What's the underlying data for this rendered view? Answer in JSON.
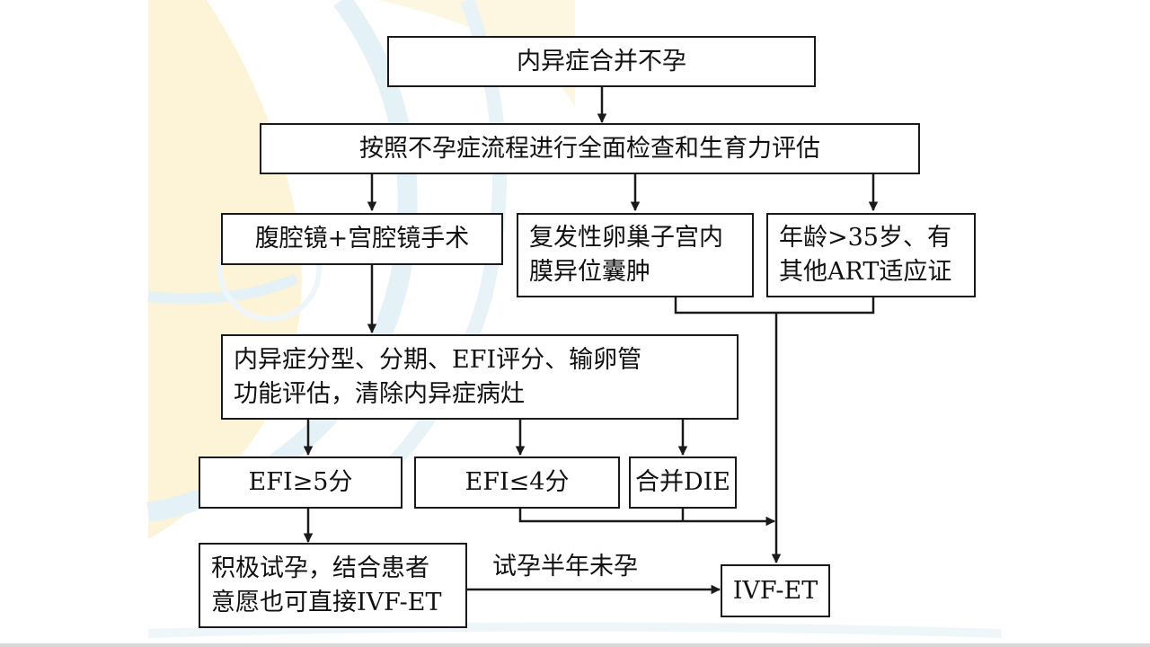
{
  "flowchart": {
    "start": "内异症合并不孕",
    "evaluation": "按照不孕症流程进行全面检查和生育力评估",
    "surgery": "腹腔镜+宫腔镜手术",
    "recurrent": [
      "复发性卵巢子宫内",
      "膜异位囊肿"
    ],
    "age": [
      "年龄>35岁、有",
      "其他ART适应证"
    ],
    "staging": [
      "内异症分型、分期、EFI评分、输卵管",
      "功能评估，清除内异症病灶"
    ],
    "efi_high": "EFI≥5分",
    "efi_low": "EFI≤4分",
    "die": "合并DIE",
    "try": [
      "积极试孕，结合患者",
      "意愿也可直接IVF-ET"
    ],
    "ivf": "IVF-ET",
    "edge_label": "试孕半年未孕"
  },
  "colors": {
    "line": "#1a1a1a",
    "watermark_yellow": "#fdf3d6",
    "watermark_blue": "#e4f1f6"
  }
}
